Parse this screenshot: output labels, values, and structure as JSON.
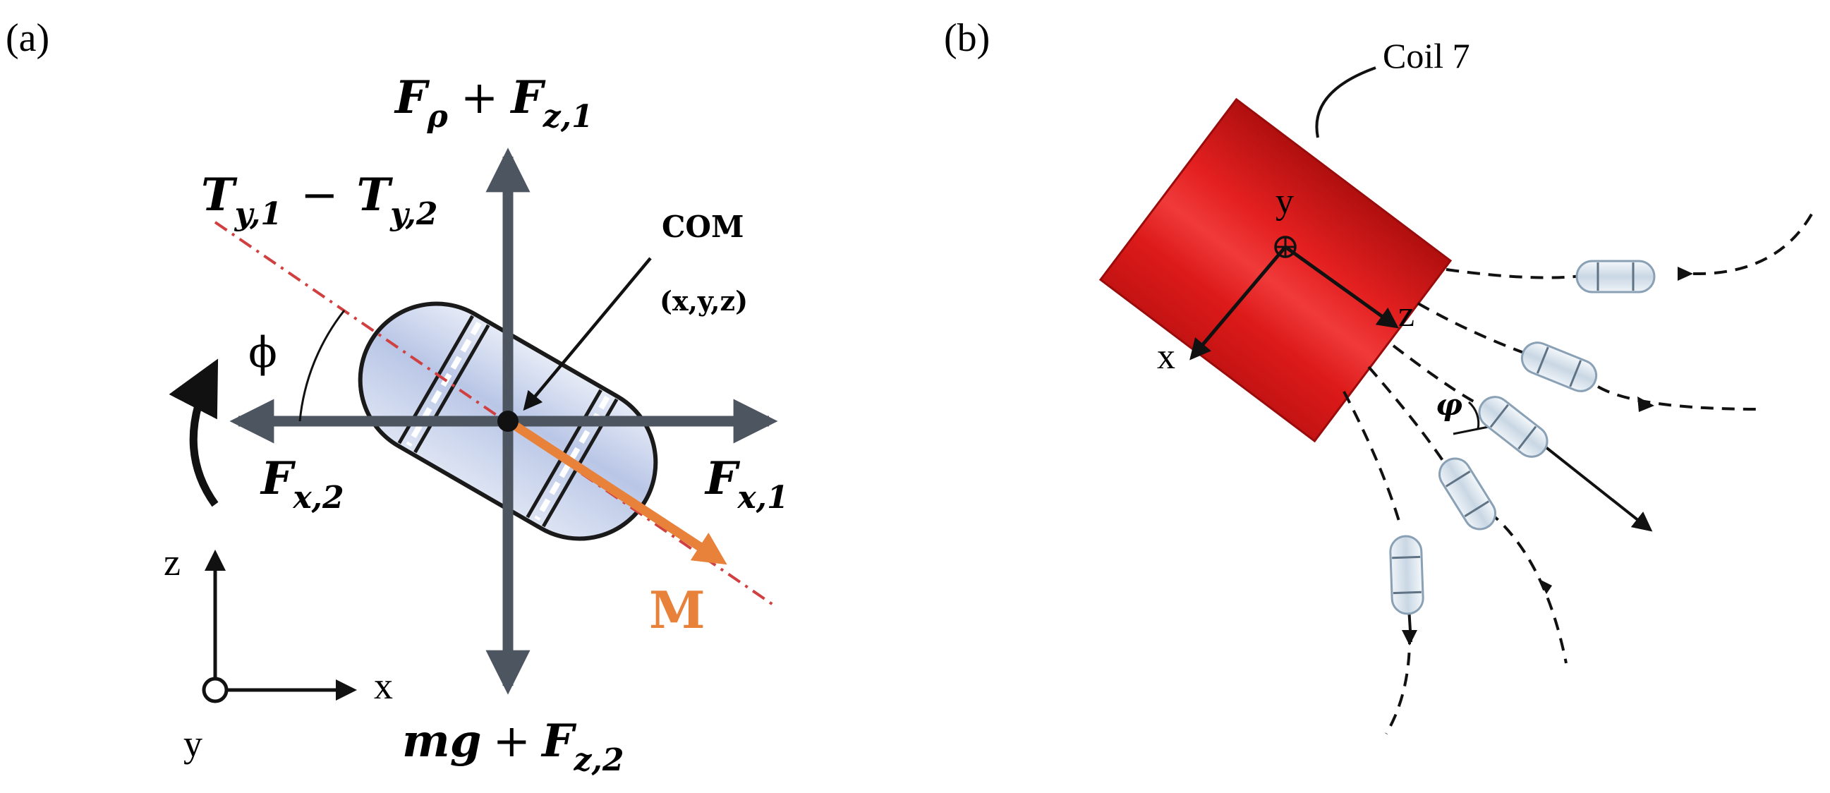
{
  "panel_a": {
    "label": "(a)",
    "force_top": "Fρ + Fz,1",
    "force_top_parts": {
      "f1": "F",
      "f1_sub": "ρ",
      "op": "+",
      "f2": "F",
      "f2_sub": "z,1"
    },
    "torque": {
      "t1": "T",
      "t1_sub": "y,1",
      "op": "−",
      "t2": "T",
      "t2_sub": "y,2"
    },
    "angle_symbol": "ϕ",
    "com_label": "COM",
    "com_coords": "(x,y,z)",
    "force_left": {
      "f": "F",
      "sub": "x,2"
    },
    "force_right": {
      "f": "F",
      "sub": "x,1"
    },
    "moment_label": "M",
    "force_bottom": {
      "mg": "mg",
      "op": "+",
      "f": "F",
      "sub": "z,2"
    },
    "axes": {
      "z": "z",
      "x": "x",
      "y": "y"
    },
    "colors": {
      "capsule_fill": "#c8d2ec",
      "axis_arrow": "#4c5560",
      "moment": "#e8813a",
      "dashdot": "#d04040"
    }
  },
  "panel_b": {
    "label": "(b)",
    "coil_label": "Coil 7",
    "axes": {
      "y": "y",
      "x": "x",
      "z": "z"
    },
    "angle_symbol": "φ",
    "colors": {
      "coil": "#e01818",
      "coil_dark": "#b40f0f",
      "capsule": "#d8e4ee"
    }
  }
}
